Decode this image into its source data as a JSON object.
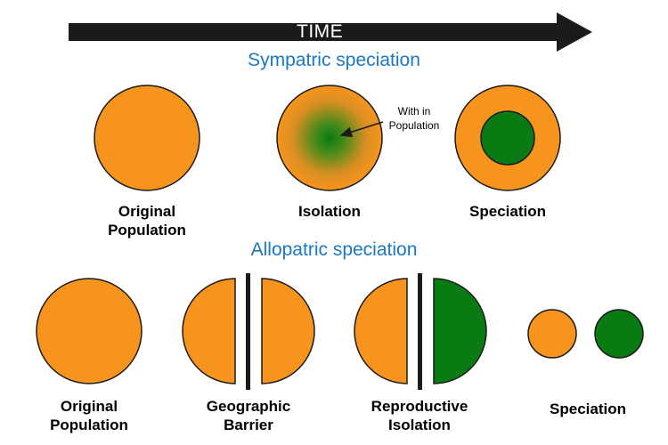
{
  "time_arrow": {
    "label": "TIME"
  },
  "colors": {
    "orange": "#f7941d",
    "green": "#0a7a12",
    "outline": "#1a1a1a",
    "heading": "#1a78c2",
    "arrow": "#1a1a1a"
  },
  "sympatric": {
    "title": "Sympatric speciation",
    "stages": [
      {
        "label": "Original\nPopulation"
      },
      {
        "label": "Isolation",
        "annotation": "With in\nPopulation"
      },
      {
        "label": "Speciation"
      }
    ]
  },
  "allopatric": {
    "title": "Allopatric speciation",
    "stages": [
      {
        "label": "Original\nPopulation"
      },
      {
        "label": "Geographic\nBarrier"
      },
      {
        "label": "Reproductive\nIsolation"
      },
      {
        "label": "Speciation"
      }
    ]
  }
}
